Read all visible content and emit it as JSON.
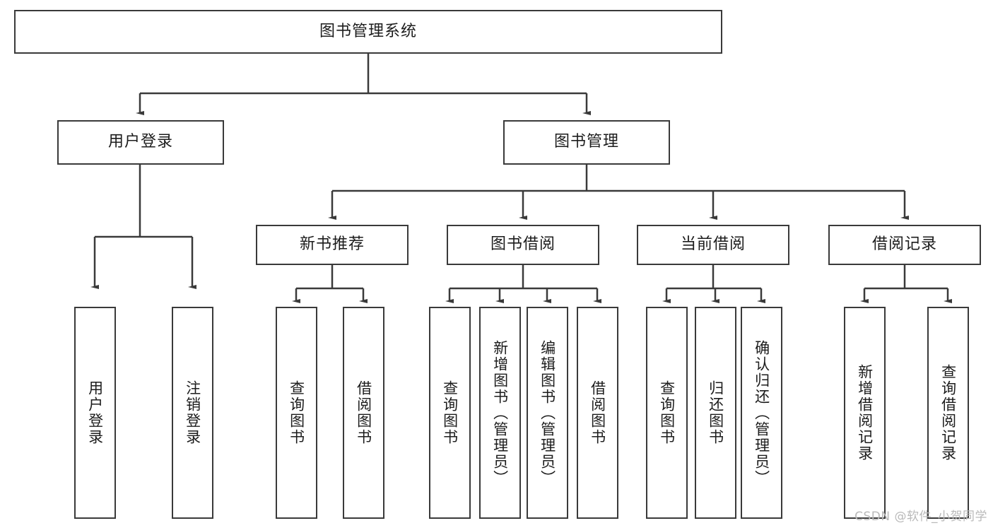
{
  "diagram": {
    "title": "图书管理系统",
    "watermark": "CSDN @软件_小贺同学",
    "line_color": "#3a3a3a",
    "text_color": "#1c1c1c",
    "background": "#ffffff",
    "root": {
      "label": "图书管理系统"
    },
    "level2": [
      {
        "label": "用户登录"
      },
      {
        "label": "图书管理"
      }
    ],
    "level3": [
      {
        "label": "新书推荐"
      },
      {
        "label": "图书借阅"
      },
      {
        "label": "当前借阅"
      },
      {
        "label": "借阅记录"
      }
    ],
    "leaves": {
      "user_login": [
        {
          "label": "用户登录"
        },
        {
          "label": "注销登录"
        }
      ],
      "new_book": [
        {
          "label": "查询图书"
        },
        {
          "label": "借阅图书"
        }
      ],
      "book_borrow": [
        {
          "label": "查询图书"
        },
        {
          "label": "新增图书（管理员）"
        },
        {
          "label": "编辑图书（管理员）"
        },
        {
          "label": "借阅图书"
        }
      ],
      "current_borrow": [
        {
          "label": "查询图书"
        },
        {
          "label": "归还图书"
        },
        {
          "label": "确认归还（管理员）"
        }
      ],
      "borrow_record": [
        {
          "label": "新增借阅记录"
        },
        {
          "label": "查询借阅记录"
        }
      ]
    }
  }
}
